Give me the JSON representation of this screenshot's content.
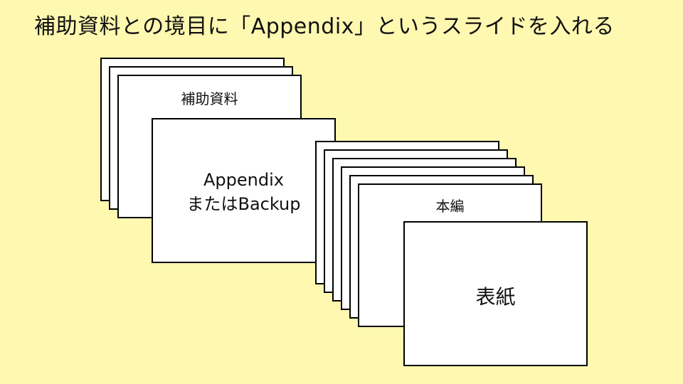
{
  "title": "補助資料との境目に「Appendix」というスライドを入れる",
  "groups": {
    "supplementary": {
      "label": "補助資料"
    },
    "appendix_divider": {
      "line1": "Appendix",
      "line2": "またはBackup"
    },
    "main_body": {
      "label": "本編"
    },
    "cover": {
      "label": "表紙"
    }
  }
}
